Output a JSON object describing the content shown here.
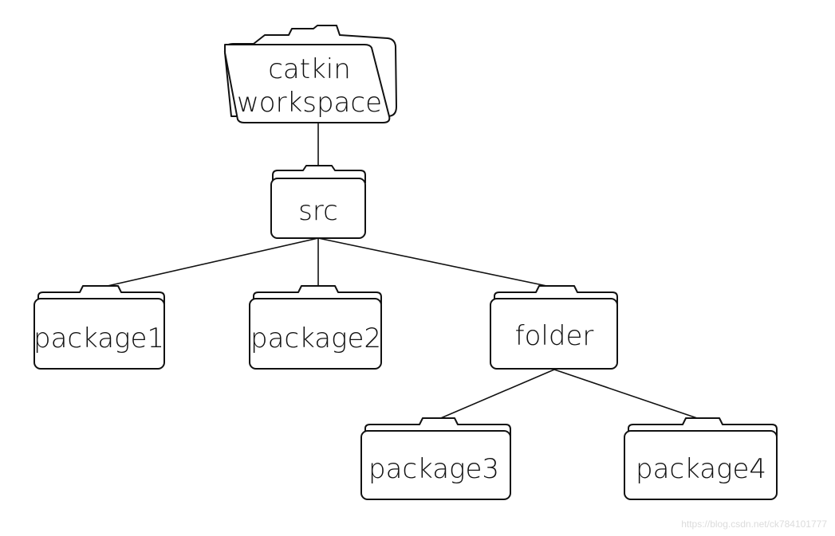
{
  "nodes": {
    "catkin_workspace": {
      "line1": "catkin",
      "line2": "workspace"
    },
    "src": {
      "label": "src"
    },
    "package1": {
      "label": "package1"
    },
    "package2": {
      "label": "package2"
    },
    "folder": {
      "label": "folder"
    },
    "package3": {
      "label": "package3"
    },
    "package4": {
      "label": "package4"
    }
  },
  "edges": [
    {
      "from": "catkin workspace",
      "to": "src"
    },
    {
      "from": "src",
      "to": "package1"
    },
    {
      "from": "src",
      "to": "package2"
    },
    {
      "from": "src",
      "to": "folder"
    },
    {
      "from": "folder",
      "to": "package3"
    },
    {
      "from": "folder",
      "to": "package4"
    }
  ],
  "watermark": "https://blog.csdn.net/ck784101777",
  "colors": {
    "stroke": "#111111",
    "background": "#ffffff",
    "watermark": "#dcdcdc"
  }
}
